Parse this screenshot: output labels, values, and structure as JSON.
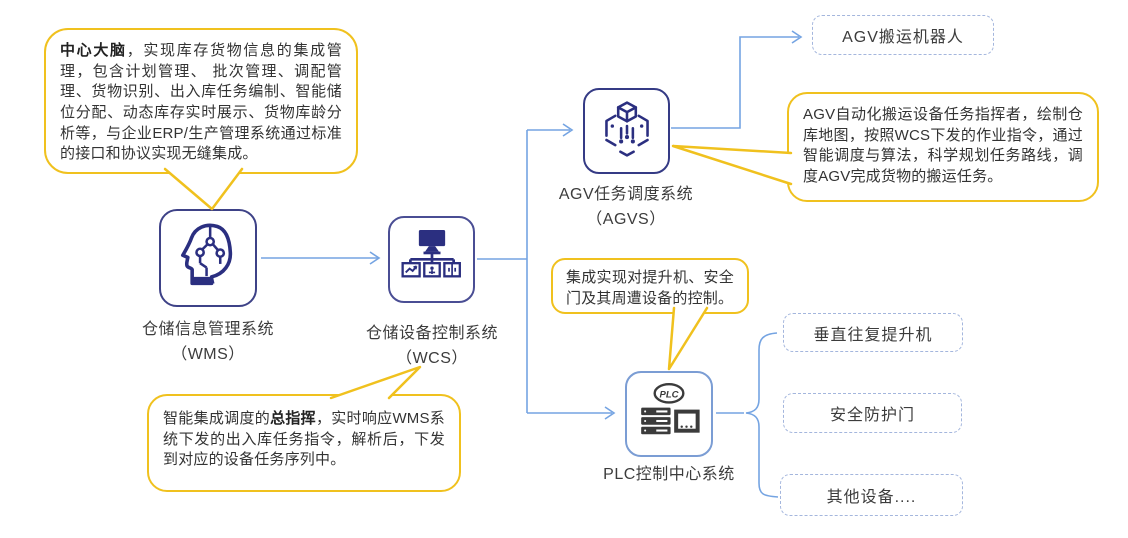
{
  "colors": {
    "accent_yellow": "#F0C11E",
    "line_blue": "#75A4E2",
    "icon_navy": "#2B2F80",
    "plc_dark": "#3B3B3B",
    "dashed_border": "#A4B6DD",
    "text_dark": "#3C3C3C"
  },
  "callouts": {
    "wms": {
      "bold": "中心大脑",
      "text": "，实现库存货物信息的集成管理，包含计划管理、 批次管理、调配管理、货物识别、出入库任务编制、智能储位分配、动态库存实时展示、货物库龄分析等，与企业ERP/生产管理系统通过标准的接口和协议实现无缝集成。"
    },
    "agvs": {
      "text": "AGV自动化搬运设备任务指挥者，绘制仓库地图，按照WCS下发的作业指令，通过智能调度与算法，科学规划任务路线，调度AGV完成货物的搬运任务。"
    },
    "plc": {
      "text": "集成实现对提升机、安全门及其周遭设备的控制。"
    },
    "wcs": {
      "prefix": "智能集成调度的",
      "bold": "总指挥",
      "suffix": "，实时响应WMS系统下发的出入库任务指令，解析后，下发到对应的设备任务序列中。"
    }
  },
  "nodes": {
    "wms": {
      "line1": "仓储信息管理系统",
      "line2": "（WMS）"
    },
    "wcs": {
      "line1": "仓储设备控制系统",
      "line2": "（WCS）"
    },
    "agvs": {
      "line1": "AGV任务调度系统",
      "line2": "（AGVS）"
    },
    "plc": {
      "label": "PLC控制中心系统",
      "icon_text": "PLC"
    }
  },
  "boxes": {
    "agv_robot": "AGV搬运机器人",
    "lift": "垂直往复提升机",
    "door": "安全防护门",
    "other": "其他设备...."
  }
}
